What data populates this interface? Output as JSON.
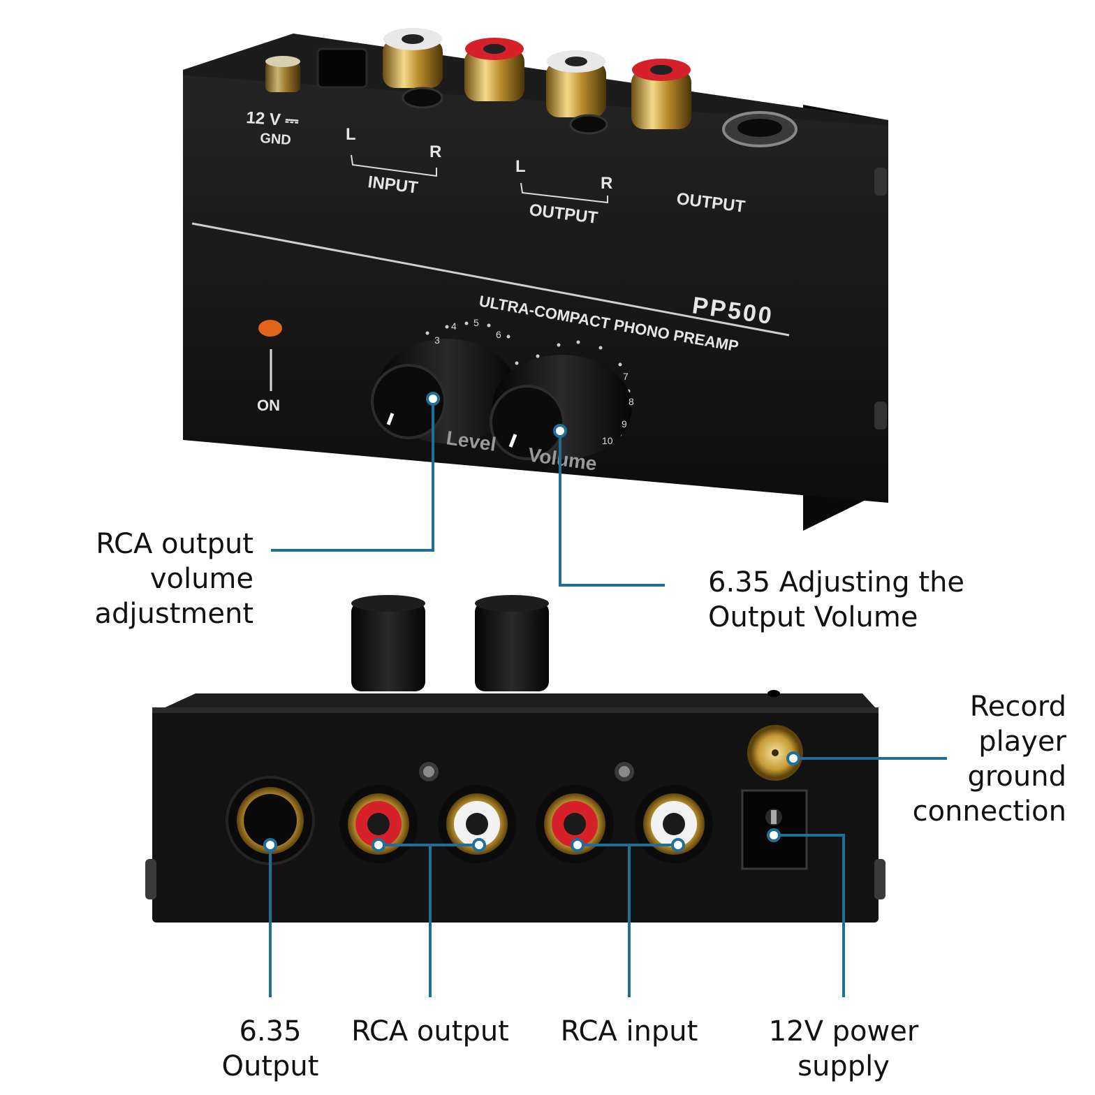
{
  "product": {
    "model": "PP500",
    "subtitle": "ULTRA-COMPACT PHONO PREAMP",
    "top_panel": {
      "power_label": "12 V ⎓",
      "gnd_label": "GND",
      "input_label": "INPUT",
      "input_left": "L",
      "input_right": "R",
      "output_rca_label": "OUTPUT",
      "output_left": "L",
      "output_right": "R",
      "output_jack_label": "OUTPUT",
      "on_label": "ON",
      "knob_level_label": "Level",
      "knob_volume_label": "Volume",
      "dial_ticks": [
        "3",
        "4",
        "5",
        "6",
        "7",
        "8",
        "9",
        "10"
      ]
    }
  },
  "callouts": {
    "rca_volume": [
      "RCA output",
      "volume",
      "adjustment"
    ],
    "jack_volume": [
      "6.35 Adjusting the",
      "Output Volume"
    ],
    "ground": [
      "Record",
      "player",
      "ground",
      "connection"
    ],
    "jack_output": [
      "6.35",
      "Output"
    ],
    "rca_output": [
      "RCA output"
    ],
    "rca_input": [
      "RCA input"
    ],
    "power": [
      "12V power",
      "supply"
    ]
  },
  "colors": {
    "callout_line": "#1f6f99",
    "chassis": "#141414",
    "gold": "#c9a23a",
    "red_ring": "#d6212a",
    "white_ring": "#f2f2f2",
    "led": "#e0641a"
  }
}
